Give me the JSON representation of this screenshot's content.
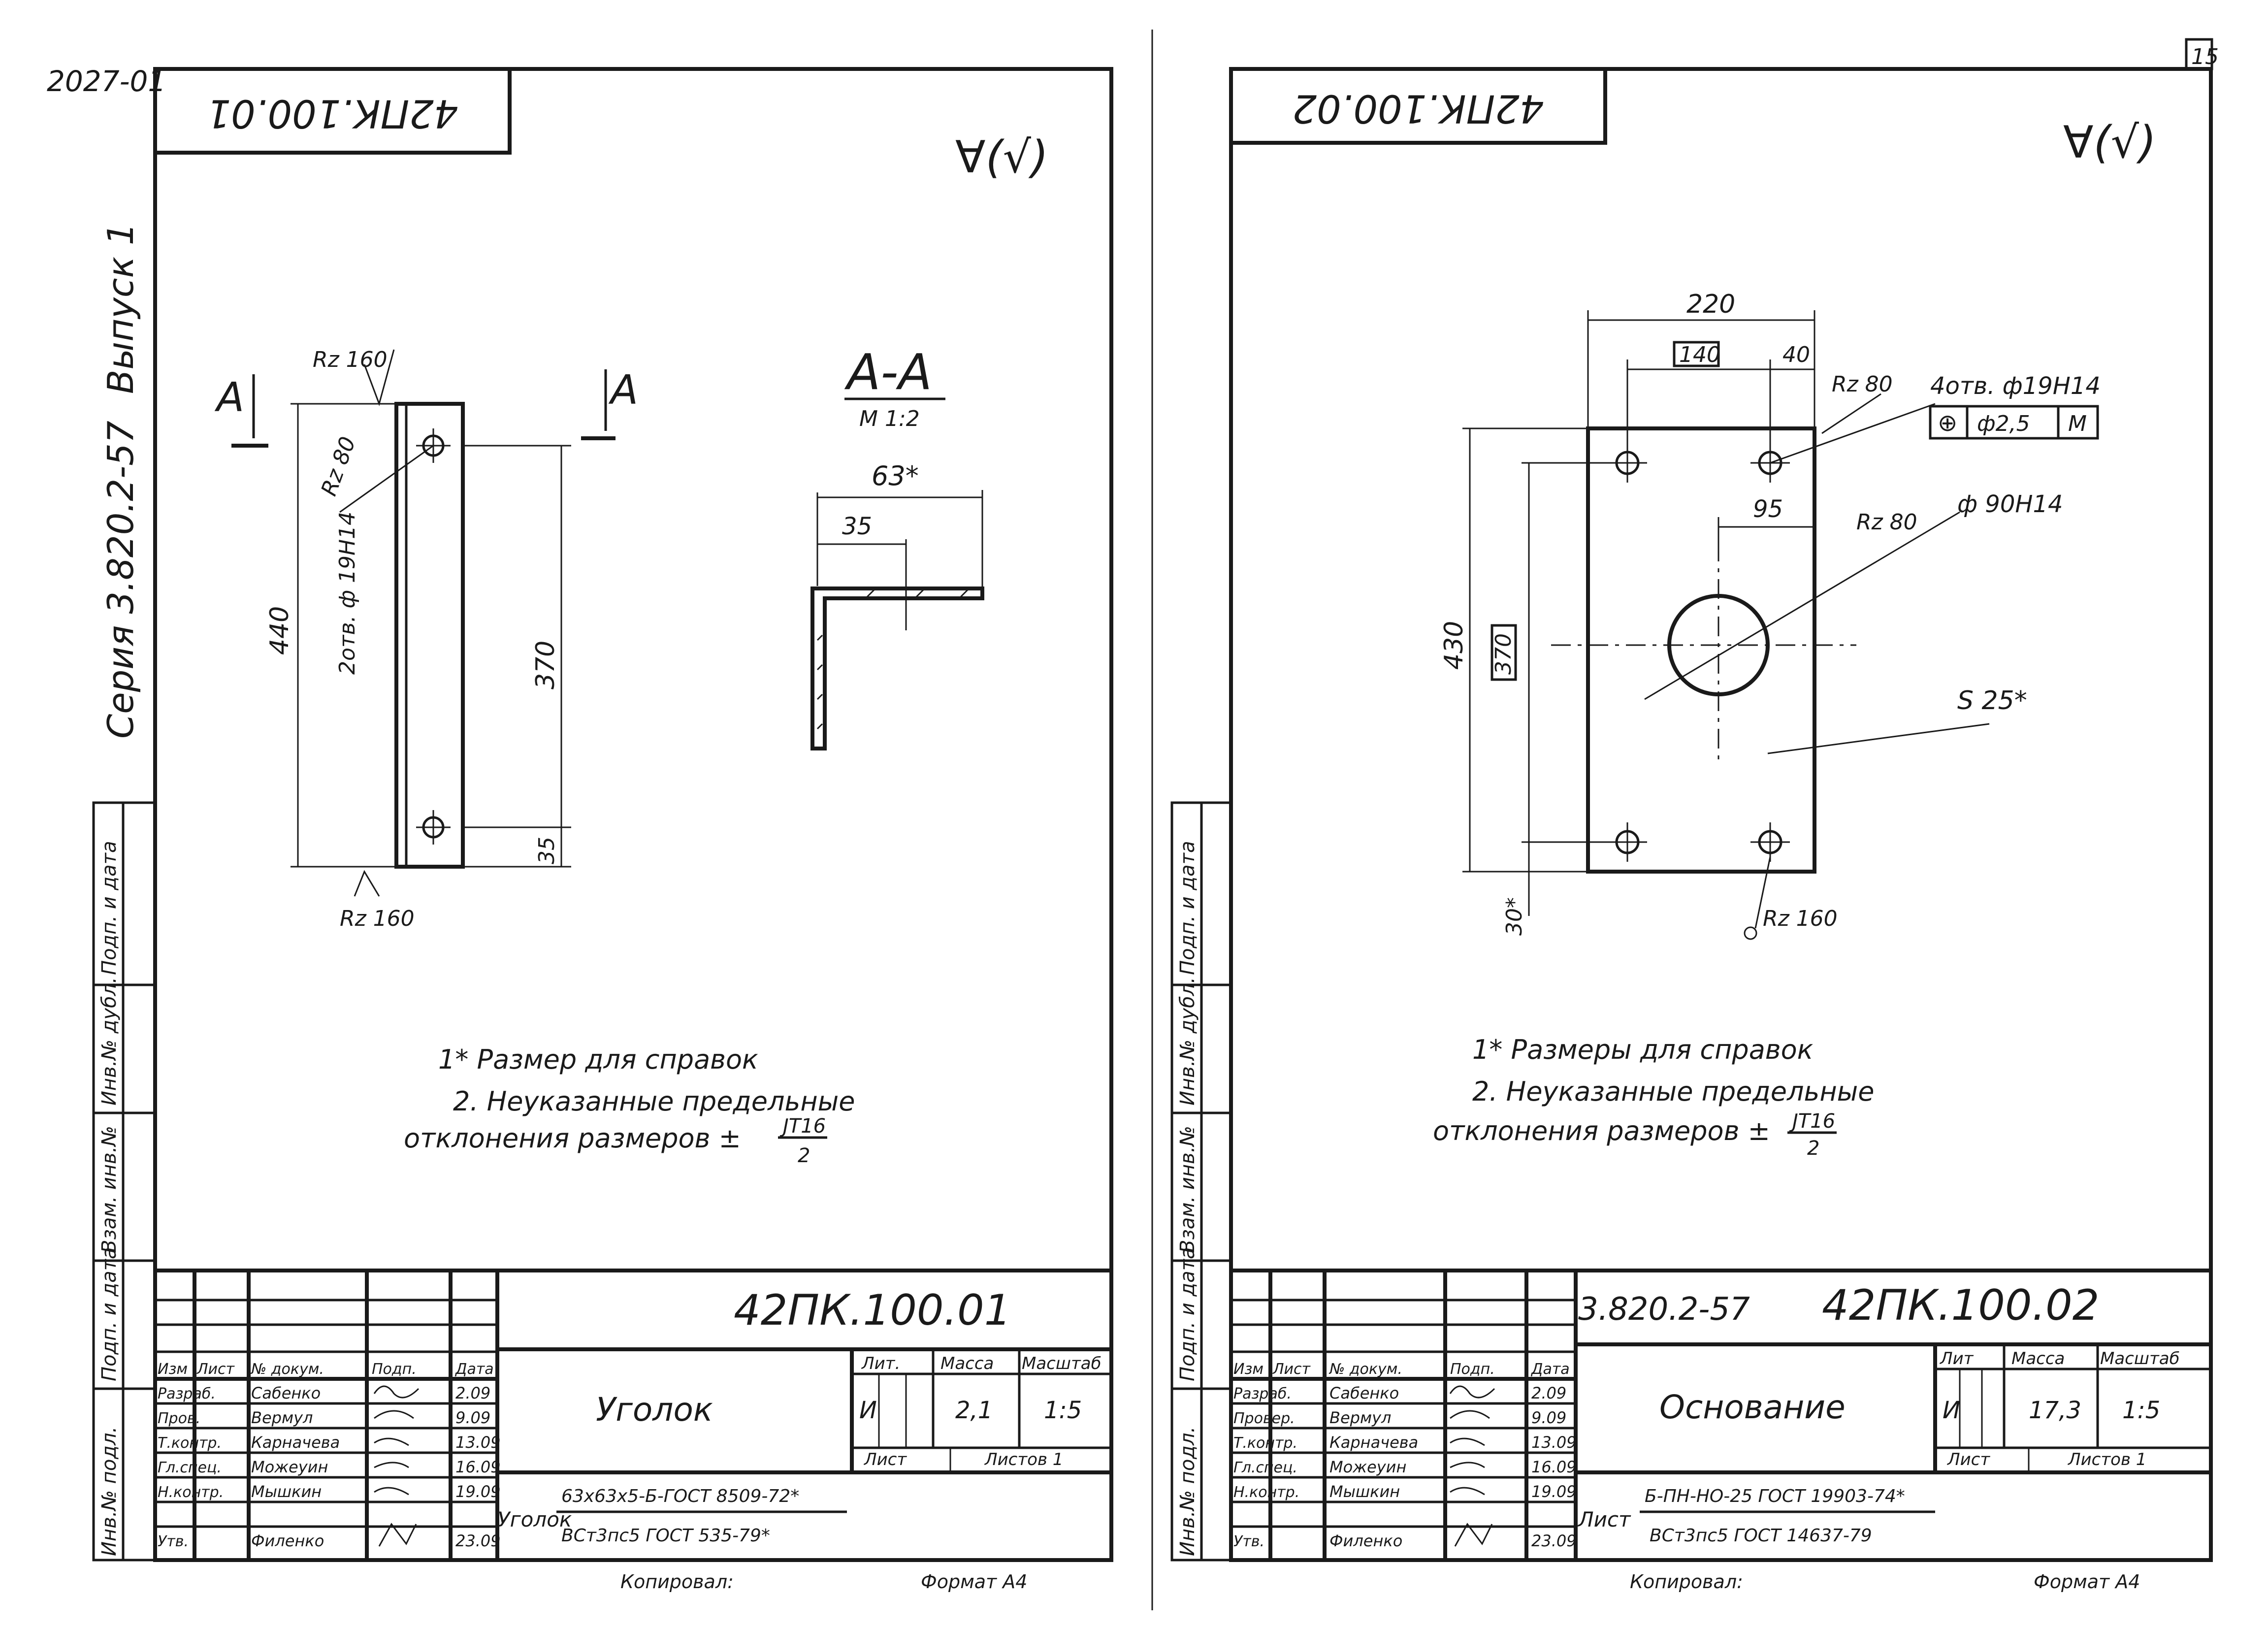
{
  "corner_code": "2027-01",
  "page_number": "15",
  "series_vertical": "Серия 3.820.2-57",
  "issue_vertical": "Выпуск 1",
  "side_strip_labels": [
    "Подп. и дата",
    "Инв.№ дубл.",
    "Взам. инв.№",
    "Подп. и дата",
    "Инв.№ подл."
  ],
  "left": {
    "code_stamp": "42ПК.100.01",
    "roughness_general": "∀(√)",
    "section_mark": "А",
    "section_title": "А-А",
    "section_scale": "М 1:2",
    "dims": {
      "rz_top": "Rz 160",
      "rz_side": "Rz 80",
      "rz_bottom": "Rz 160",
      "holes": "2отв. ф 19Н14",
      "length": "440",
      "hole_spacing": "370",
      "hole_end": "35",
      "flange_total": "63*",
      "flange_hole": "35"
    },
    "notes": [
      "1* Размер для справок",
      "2. Неуказанные предельные",
      "отклонения размеров ±"
    ],
    "tol_num": "JT16",
    "tol_den": "2",
    "title_block": {
      "designation": "42ПК.100.01",
      "name": "Уголок",
      "headers": {
        "izm": "Изм",
        "list": "Лист",
        "ndoc": "№ докум.",
        "podp": "Подп.",
        "data": "Дата",
        "lit": "Лит.",
        "massa": "Масса",
        "masshtab": "Масштаб",
        "list2": "Лист",
        "listov": "Листов 1"
      },
      "lit_value": "И",
      "massa_value": "2,1",
      "masshtab_value": "1:5",
      "roles": [
        "Разраб.",
        "Пров.",
        "Т.контр.",
        "Гл.спец.",
        "Н.контр.",
        "Утв."
      ],
      "names": [
        "Сабенко",
        "Вермул",
        "Карначева",
        "Можеуин",
        "Мышкин",
        "Филенко"
      ],
      "dates": [
        "2.09",
        "9.09",
        "13.09",
        "16.09",
        "19.09",
        "23.09"
      ],
      "material_prefix": "Уголок",
      "material_top": "63х63х5-Б-ГОСТ 8509-72*",
      "material_bottom": "ВСт3пс5 ГОСТ 535-79*",
      "kopiroval": "Копировал:",
      "format": "Формат А4"
    }
  },
  "right": {
    "code_stamp": "42ПК.100.02",
    "roughness_general": "∀(√)",
    "dims": {
      "width_total": "220",
      "hole_spacing_x": "140",
      "hole_edge_x": "40",
      "rz_top": "Rz 80",
      "holes": "4отв. ф19Н14",
      "tolerance_frame": [
        "⊕",
        "ф2,5",
        "М"
      ],
      "big_hole_offset": "95",
      "rz_big": "Rz 80",
      "big_hole": "ф 90Н14",
      "thickness": "S 25*",
      "height": "430",
      "hole_spacing_y": "370",
      "hole_edge_y": "30*",
      "rz_bottom": "Rz 160"
    },
    "notes": [
      "1* Размеры для справок",
      "2. Неуказанные предельные",
      "отклонения размеров ±"
    ],
    "tol_num": "JT16",
    "tol_den": "2",
    "title_block": {
      "series": "3.820.2-57",
      "designation": "42ПК.100.02",
      "name": "Основание",
      "headers": {
        "izm": "Изм",
        "list": "Лист",
        "ndoc": "№ докум.",
        "podp": "Подп.",
        "data": "Дата",
        "lit": "Лит",
        "massa": "Масса",
        "masshtab": "Масштаб",
        "list2": "Лист",
        "listov": "Листов 1"
      },
      "lit_value": "И",
      "massa_value": "17,3",
      "masshtab_value": "1:5",
      "roles": [
        "Разраб.",
        "Провер.",
        "Т.контр.",
        "Гл.спец.",
        "Н.контр.",
        "Утв."
      ],
      "names": [
        "Сабенко",
        "Вермул",
        "Карначева",
        "Можеуин",
        "Мышкин",
        "Филенко"
      ],
      "dates": [
        "2.09",
        "9.09",
        "13.09",
        "16.09",
        "19.09",
        "23.09"
      ],
      "material_prefix": "Лист",
      "material_top": "Б-ПН-НО-25 ГОСТ 19903-74*",
      "material_bottom": "ВСт3пс5 ГОСТ 14637-79",
      "kopiroval": "Копировал:",
      "format": "Формат А4"
    }
  }
}
